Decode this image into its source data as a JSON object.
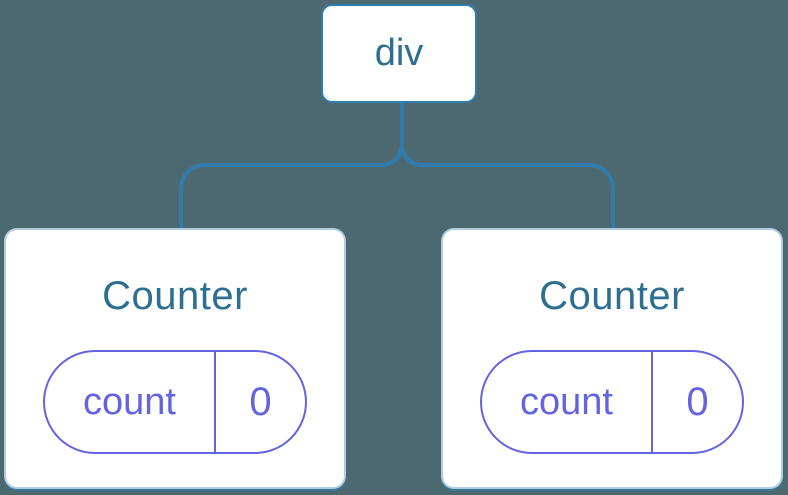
{
  "diagram": {
    "description": "Component tree diagram",
    "colors": {
      "background": "#4C6972",
      "connector_blue": "#2E7BAC",
      "heading_blue": "#2E6E91",
      "pill_purple": "#6464E0",
      "node_background": "#FFFFFF"
    },
    "tree": {
      "root": {
        "label": "div"
      },
      "children": [
        {
          "title": "Counter",
          "state": {
            "key": "count",
            "value": "0"
          }
        },
        {
          "title": "Counter",
          "state": {
            "key": "count",
            "value": "0"
          }
        }
      ]
    }
  }
}
